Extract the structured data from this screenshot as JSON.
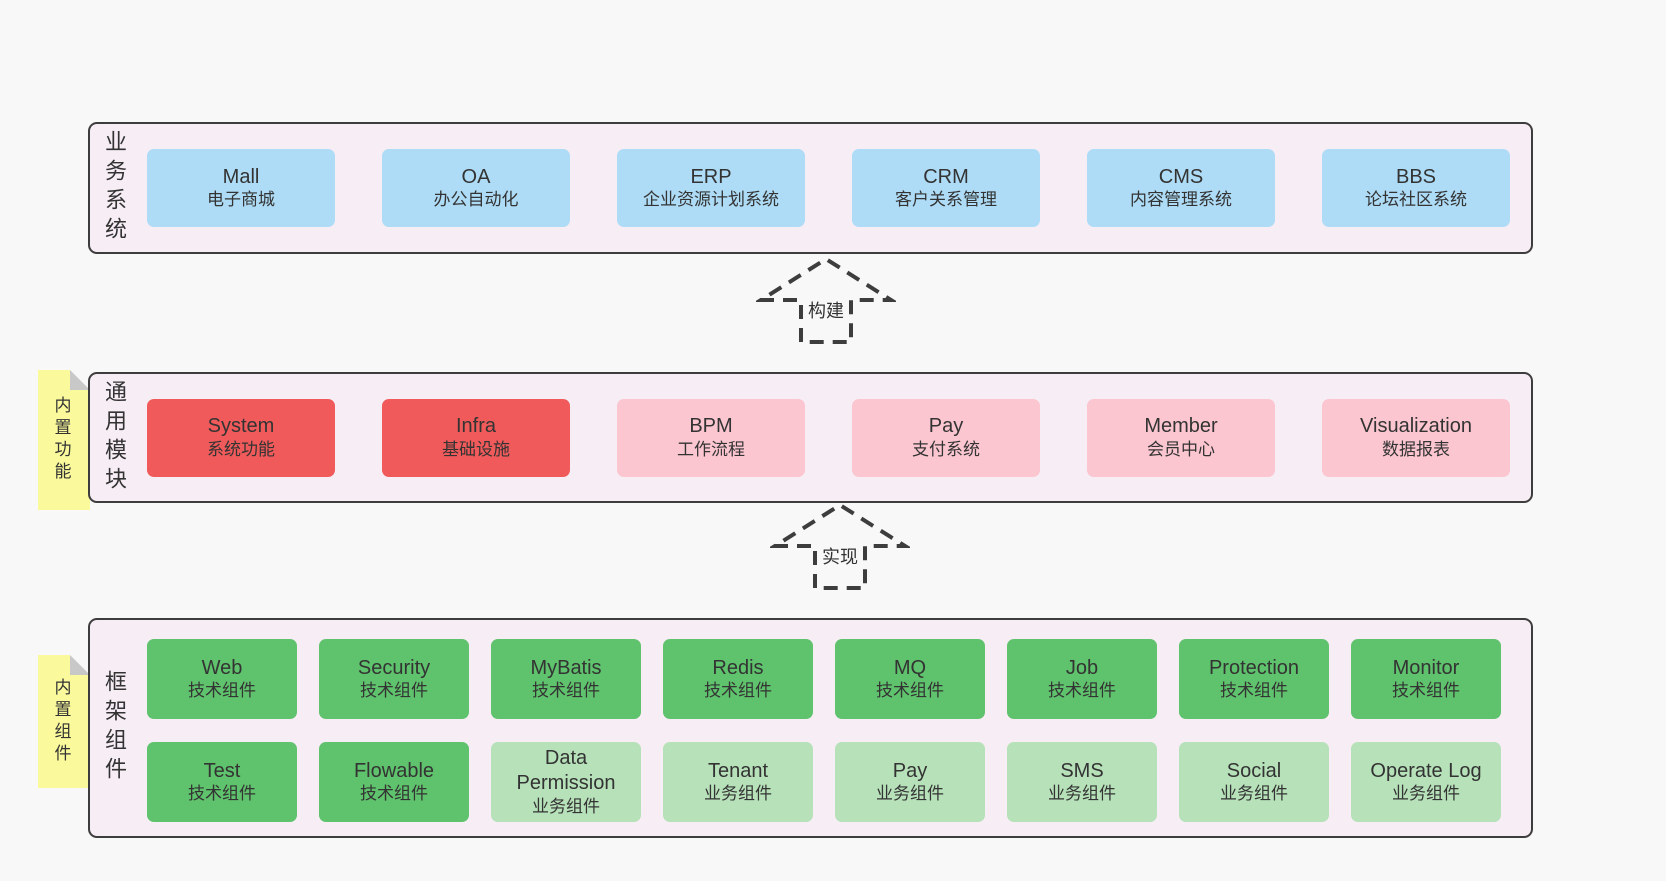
{
  "diagram": {
    "title_hint": "framework architecture diagram",
    "layers": [
      {
        "label": "业务系统",
        "boxes": [
          {
            "name": "Mall",
            "desc": "电子商城"
          },
          {
            "name": "OA",
            "desc": "办公自动化"
          },
          {
            "name": "ERP",
            "desc": "企业资源计划系统"
          },
          {
            "name": "CRM",
            "desc": "客户关系管理"
          },
          {
            "name": "CMS",
            "desc": "内容管理系统"
          },
          {
            "name": "BBS",
            "desc": "论坛社区系统"
          }
        ]
      },
      {
        "label": "通用模块",
        "tab": "内置功能",
        "boxes": [
          {
            "name": "System",
            "desc": "系统功能"
          },
          {
            "name": "Infra",
            "desc": "基础设施"
          },
          {
            "name": "BPM",
            "desc": "工作流程"
          },
          {
            "name": "Pay",
            "desc": "支付系统"
          },
          {
            "name": "Member",
            "desc": "会员中心"
          },
          {
            "name": "Visualization",
            "desc": "数据报表"
          }
        ]
      },
      {
        "label": "框架组件",
        "tab": "内置组件",
        "row1": [
          {
            "name": "Web",
            "desc": "技术组件"
          },
          {
            "name": "Security",
            "desc": "技术组件"
          },
          {
            "name": "MyBatis",
            "desc": "技术组件"
          },
          {
            "name": "Redis",
            "desc": "技术组件"
          },
          {
            "name": "MQ",
            "desc": "技术组件"
          },
          {
            "name": "Job",
            "desc": "技术组件"
          },
          {
            "name": "Protection",
            "desc": "技术组件"
          },
          {
            "name": "Monitor",
            "desc": "技术组件"
          }
        ],
        "row2": [
          {
            "name": "Test",
            "desc": "技术组件"
          },
          {
            "name": "Flowable",
            "desc": "技术组件"
          },
          {
            "name": "Data Permission",
            "desc": "业务组件"
          },
          {
            "name": "Tenant",
            "desc": "业务组件"
          },
          {
            "name": "Pay",
            "desc": "业务组件"
          },
          {
            "name": "SMS",
            "desc": "业务组件"
          },
          {
            "name": "Social",
            "desc": "业务组件"
          },
          {
            "name": "Operate Log",
            "desc": "业务组件"
          }
        ]
      }
    ],
    "arrows": [
      {
        "label": "构建"
      },
      {
        "label": "实现"
      }
    ],
    "colors": {
      "page_bg": "#f8f8f8",
      "container_bg": "#f7edf5",
      "border": "#3d3d3d",
      "blue": "#aedcf6",
      "red": "#f05a5a",
      "pink": "#fbc6d0",
      "green": "#5fc26c",
      "light_green": "#b6e1b9",
      "yellow": "#fafa9d",
      "fold": "#c8c8c8",
      "text": "#333333"
    }
  }
}
